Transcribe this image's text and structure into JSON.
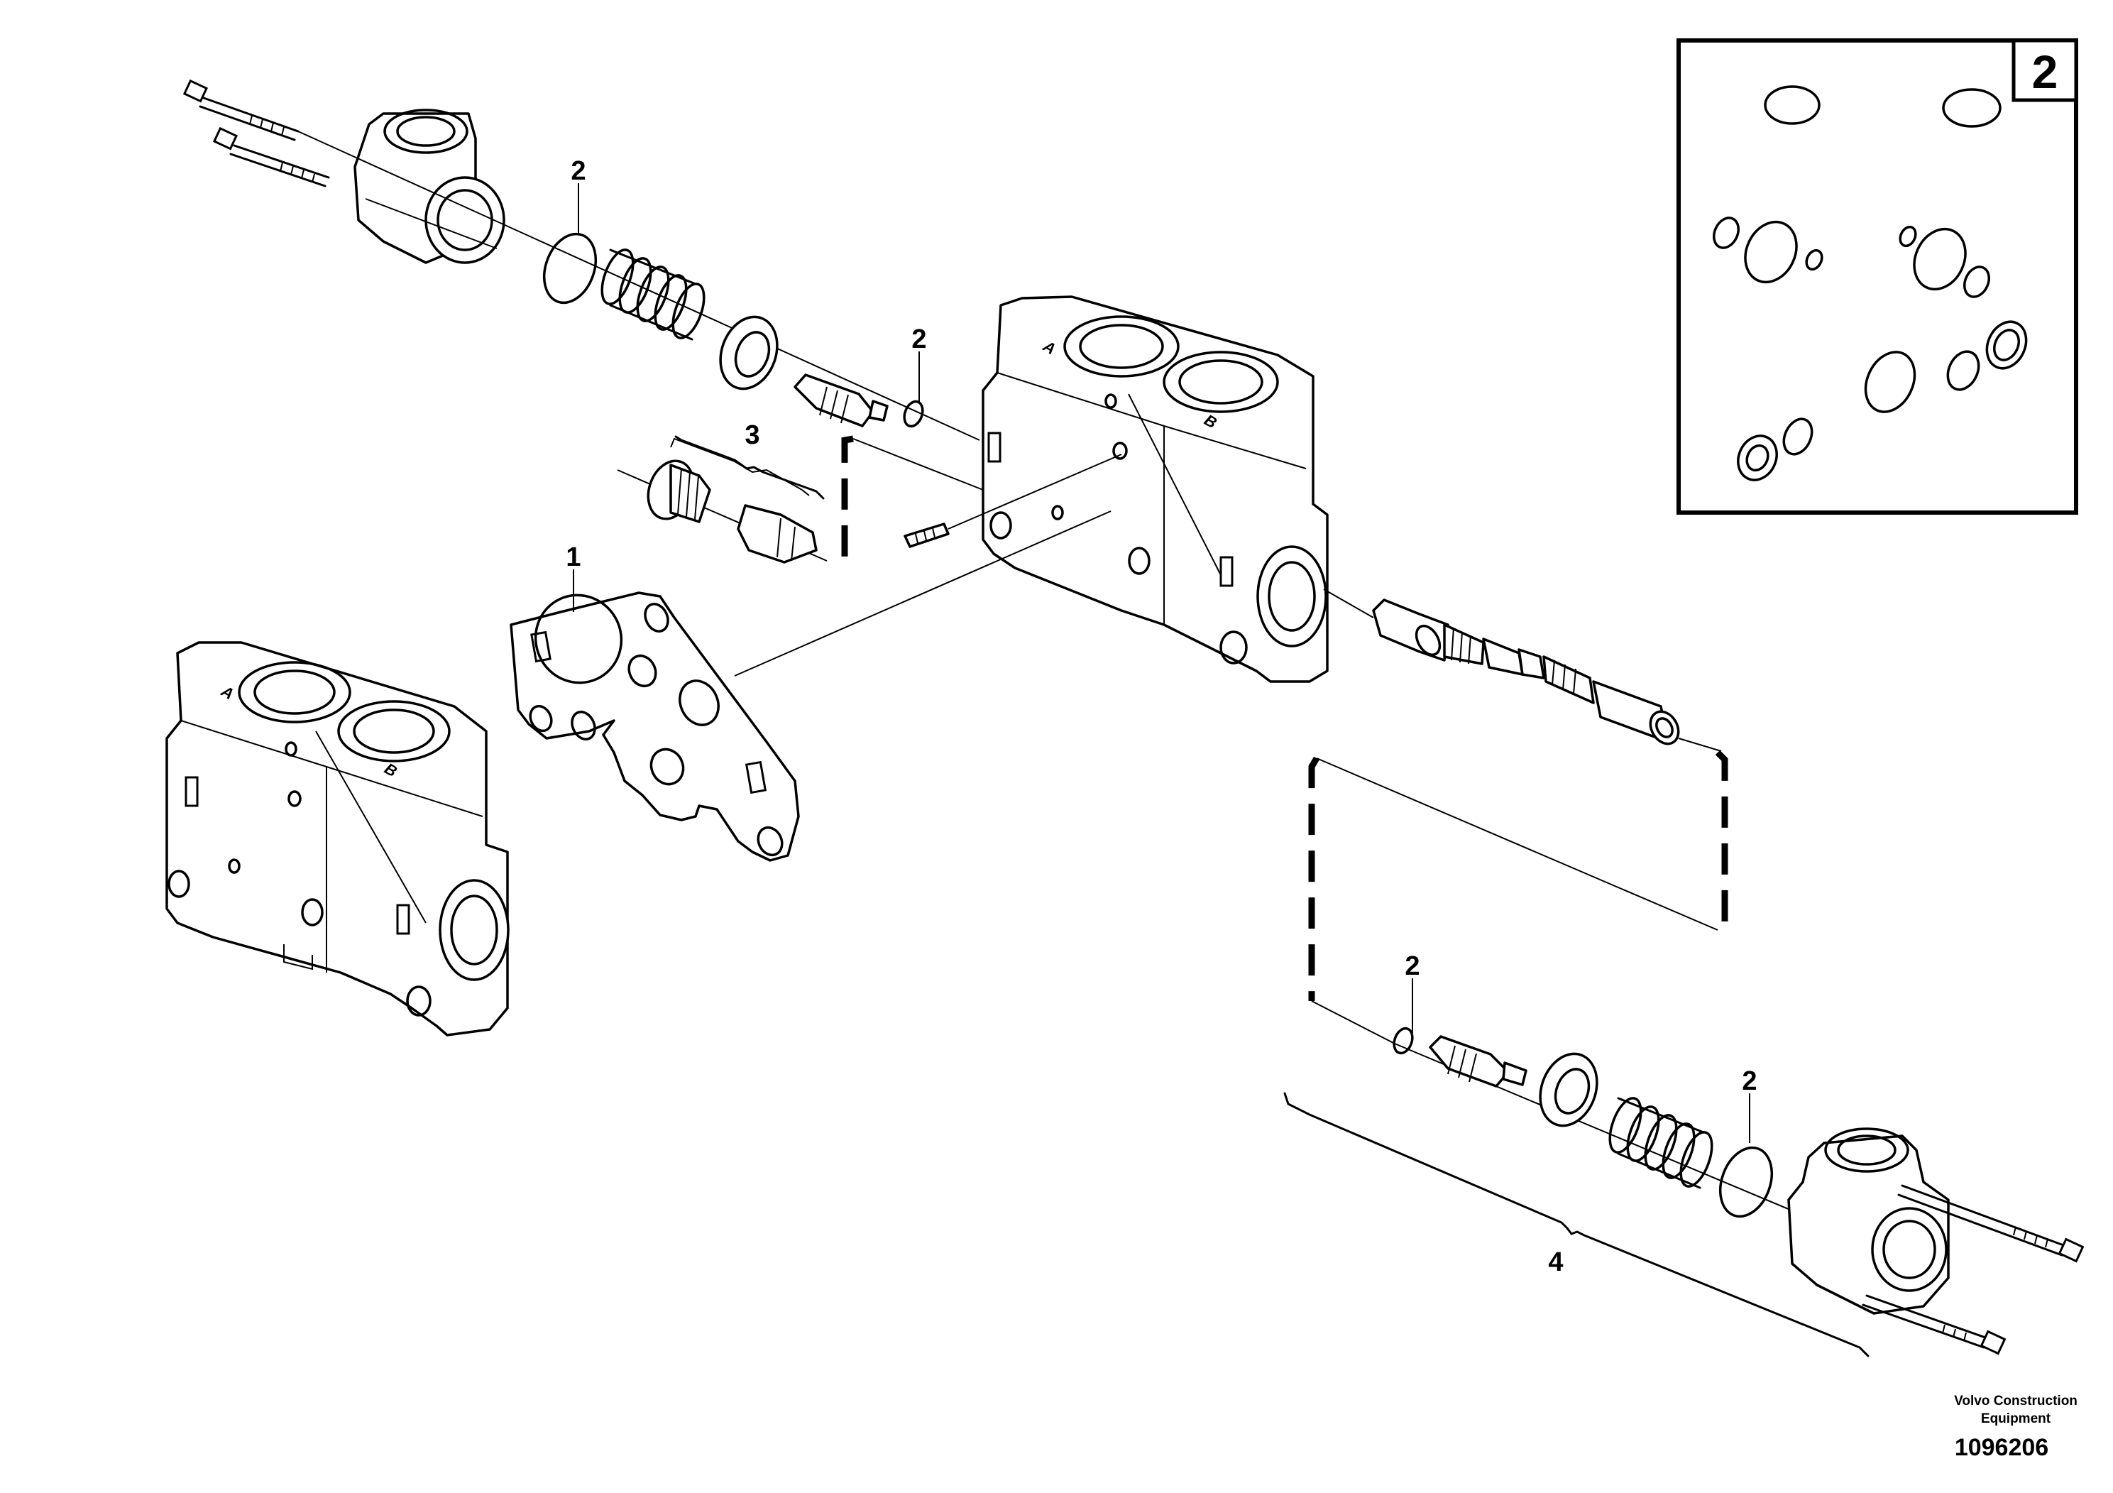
{
  "callouts": {
    "c1": "1",
    "c2a": "2",
    "c2b": "2",
    "c2c": "2",
    "c2d": "2",
    "c3": "3",
    "c4": "4"
  },
  "ports": {
    "main_a": "A",
    "main_b": "B",
    "left_a": "A",
    "left_b": "B"
  },
  "inset": {
    "number": "2"
  },
  "footer": {
    "credit_line1": "Volvo Construction",
    "credit_line2": "Equipment",
    "doc_number": "1096206"
  }
}
